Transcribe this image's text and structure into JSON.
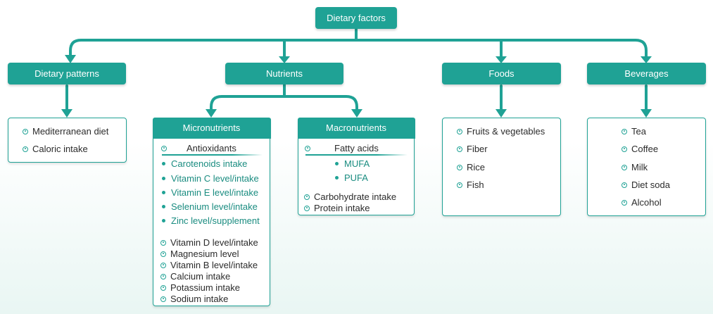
{
  "root": {
    "label": "Dietary factors"
  },
  "categories": {
    "dietary_patterns": {
      "label": "Dietary patterns",
      "items": [
        "Mediterranean diet",
        "Caloric intake"
      ]
    },
    "nutrients": {
      "label": "Nutrients"
    },
    "foods": {
      "label": "Foods",
      "items": [
        "Fruits & vegetables",
        "Fiber",
        "Rice",
        "Fish"
      ]
    },
    "beverages": {
      "label": "Beverages",
      "items": [
        "Tea",
        "Coffee",
        "Milk",
        "Diet soda",
        "Alcohol"
      ]
    }
  },
  "micronutrients": {
    "label": "Micronutrients",
    "antioxidants": {
      "label": "Antioxidants",
      "items": [
        "Carotenoids intake",
        "Vitamin C level/intake",
        "Vitamin E level/intake",
        "Selenium level/intake",
        "Zinc level/supplement"
      ]
    },
    "items": [
      "Vitamin D level/intake",
      "Magnesium level",
      "Vitamin B level/intake",
      "Calcium intake",
      "Potassium intake",
      "Sodium intake"
    ]
  },
  "macronutrients": {
    "label": "Macronutrients",
    "fatty_acids": {
      "label": "Fatty acids",
      "items": [
        "MUFA",
        "PUFA"
      ]
    },
    "items": [
      "Carbohydrate intake",
      "Protein intake"
    ]
  },
  "colors": {
    "accent": "#1fa295",
    "text": "#2b2b2b",
    "subtext": "#1a8c80"
  }
}
